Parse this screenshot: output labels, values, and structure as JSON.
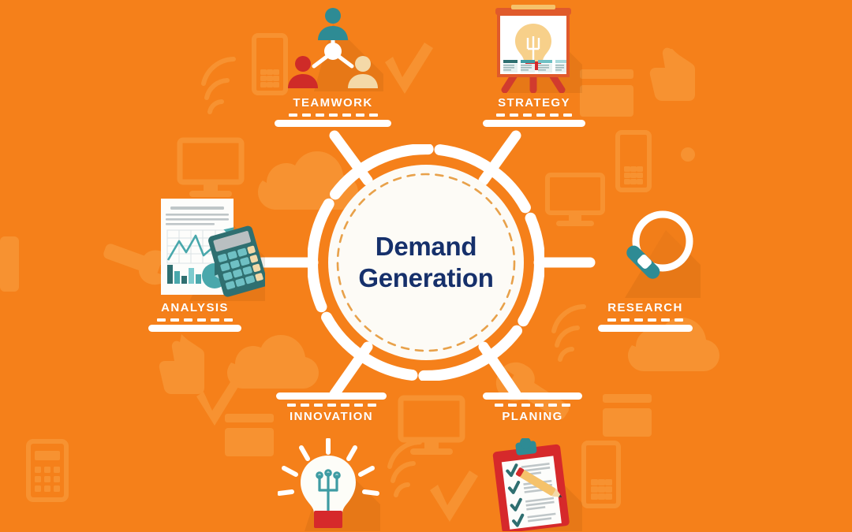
{
  "theme": {
    "background": "#F5801A",
    "background_pattern": "#F79231",
    "white": "#FFFFFF",
    "center_text_color": "#16306B",
    "accent_teal": "#2E8B94",
    "accent_red": "#D32F2F",
    "accent_cream": "#F4D6A8",
    "accent_yellow": "#F5C26B",
    "dashed_ring_color": "#E8A14A"
  },
  "center": {
    "title_line1": "Demand",
    "title_line2": "Generation"
  },
  "nodes": [
    {
      "id": "teamwork",
      "label": "TEAMWORK",
      "icon": "people-network-icon",
      "position": "top-left"
    },
    {
      "id": "strategy",
      "label": "STRATEGY",
      "icon": "easel-presentation-lightbulb-icon",
      "position": "top-right"
    },
    {
      "id": "analysis",
      "label": "ANALYSIS",
      "icon": "report-document-calculator-icon",
      "position": "left"
    },
    {
      "id": "research",
      "label": "RESEARCH",
      "icon": "magnifying-glass-icon",
      "position": "right"
    },
    {
      "id": "innovation",
      "label": "INNOVATION",
      "icon": "lightbulb-rays-icon",
      "position": "bottom-left"
    },
    {
      "id": "planing",
      "label": "PLANING",
      "icon": "clipboard-checklist-pencil-icon",
      "position": "bottom-right"
    }
  ],
  "background_icons": [
    "monitor-icon",
    "cloud-icon",
    "mobile-phone-icon",
    "credit-card-icon",
    "thumbs-up-icon",
    "wrench-icon",
    "checkmark-icon",
    "wifi-signal-icon",
    "calculator-icon"
  ]
}
